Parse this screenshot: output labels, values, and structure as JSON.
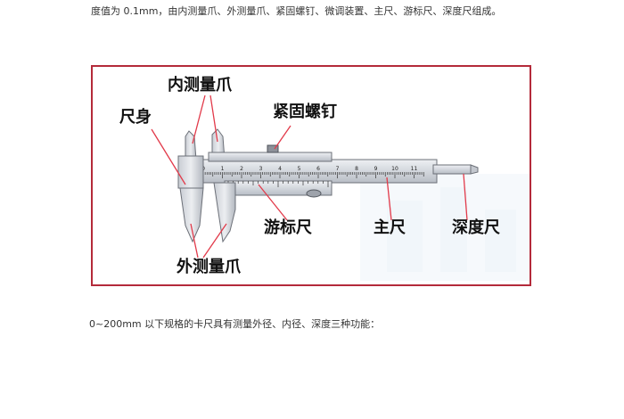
{
  "document": {
    "intro_text": "度值为 0.1mm，由内测量爪、外测量爪、紧固螺钉、微调装置、主尺、游标尺、深度尺组成。",
    "note_text": "0~200mm 以下规格的卡尺具有测量外径、内径、深度三种功能："
  },
  "figure": {
    "labels": {
      "inner_jaw": "内测量爪",
      "ruler_body": "尺身",
      "locking_screw": "紧固螺钉",
      "vernier": "游标尺",
      "main_scale": "主尺",
      "depth_rod": "深度尺",
      "outer_jaw": "外测量爪"
    },
    "main_scale_numbers": [
      "0",
      "1",
      "2",
      "3",
      "4",
      "5",
      "6",
      "7",
      "8",
      "9",
      "10",
      "11"
    ]
  },
  "colors": {
    "frame_border": "#b42a3a",
    "caliper_steel": "#d8dbe0",
    "pointer_line": "#e23a4a"
  }
}
